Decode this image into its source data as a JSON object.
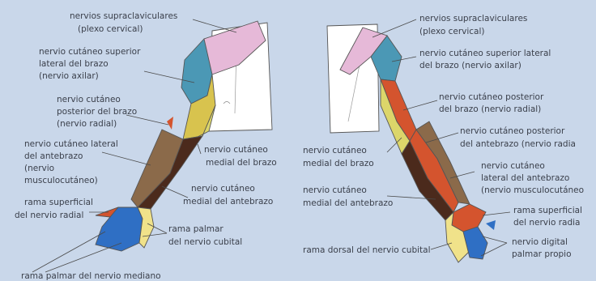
{
  "labels": {
    "left": {
      "supraclavicular": [
        "nervios supraclaviculares",
        "(plexo cervical)"
      ],
      "lateral_arm": [
        "nervio cutáneo superior",
        "lateral del brazo",
        "(nervio axilar)"
      ],
      "posterior_arm": [
        "nervio cutáneo",
        "posterior del brazo",
        "(nervio radial)"
      ],
      "lateral_forearm": [
        "nervio cutáneo lateral",
        "del antebrazo",
        "(nervio",
        "musculocutáneo)"
      ],
      "superficial_radial": [
        "rama superficial",
        "del nervio radial"
      ],
      "median_palmar": [
        "rama palmar del nervio mediano"
      ],
      "medial_arm": [
        "nervio cutáneo",
        "medial del brazo"
      ],
      "medial_forearm": [
        "nervio cutáneo",
        "medial del antebrazo"
      ],
      "ulnar_palmar": [
        "rama palmar",
        "del nervio cubital"
      ]
    },
    "right": {
      "supraclavicular": [
        "nervios supraclaviculares",
        "(plexo cervical)"
      ],
      "lateral_arm": [
        "nervio cutáneo superior lateral",
        "del brazo (nervio axilar)"
      ],
      "posterior_arm": [
        "nervio cutáneo posterior",
        "del brazo (nervio radial)"
      ],
      "posterior_forearm": [
        "nervio cutáneo posterior",
        "del antebrazo (nervio radia"
      ],
      "medial_arm": [
        "nervio cutáneo",
        "medial del brazo"
      ],
      "lateral_forearm": [
        "nervio cutáneo",
        "lateral del antebrazo",
        "(nervio musculocutáneo"
      ],
      "medial_forearm": [
        "nervio cutáneo",
        "medial del antebrazo"
      ],
      "superficial_radial": [
        "rama superficial",
        "del nervio radia"
      ],
      "dorsal_ulnar": [
        "rama dorsal del nervio cubital"
      ],
      "digital_palmar": [
        "nervio digital",
        "palmar propio"
      ]
    }
  },
  "colors": {
    "background": "#c9d7ea",
    "supraclavicular": "#e6b9d8",
    "axillary": "#4b98b5",
    "posterior_arm": "#d8c34e",
    "medial": "#dcd66a",
    "musculocutaneous": "#8b6a4a",
    "medial_forearm": "#4b2a1c",
    "radial": "#d4542e",
    "median": "#2f6fc4",
    "ulnar_palm": "#f0e28a",
    "body": "#ffffff"
  }
}
